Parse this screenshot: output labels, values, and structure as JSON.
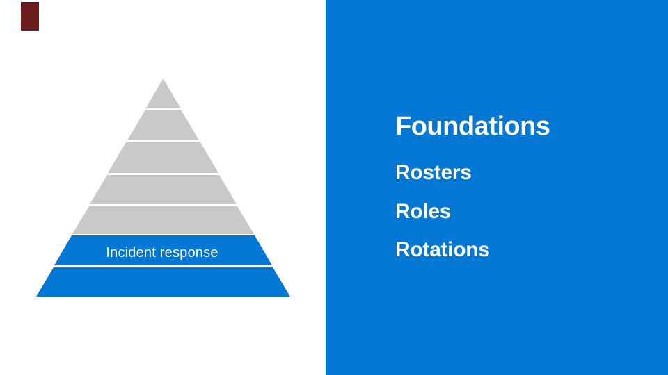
{
  "colors": {
    "background": "#ffffff",
    "panel_blue": "#0377d4",
    "pyramid_gray": "#c9c9c9",
    "pyramid_blue": "#0377d4",
    "label_white": "#ffffff",
    "logo_maroon": "#6b1b1b"
  },
  "pyramid": {
    "levels": [
      {
        "color": "#c9c9c9",
        "label": ""
      },
      {
        "color": "#c9c9c9",
        "label": ""
      },
      {
        "color": "#c9c9c9",
        "label": ""
      },
      {
        "color": "#c9c9c9",
        "label": ""
      },
      {
        "color": "#c9c9c9",
        "label": ""
      },
      {
        "color": "#0377d4",
        "label": "Incident response"
      },
      {
        "color": "#0377d4",
        "label": ""
      }
    ]
  },
  "right_panel": {
    "title": "Foundations",
    "items": [
      "Rosters",
      "Roles",
      "Rotations"
    ]
  }
}
